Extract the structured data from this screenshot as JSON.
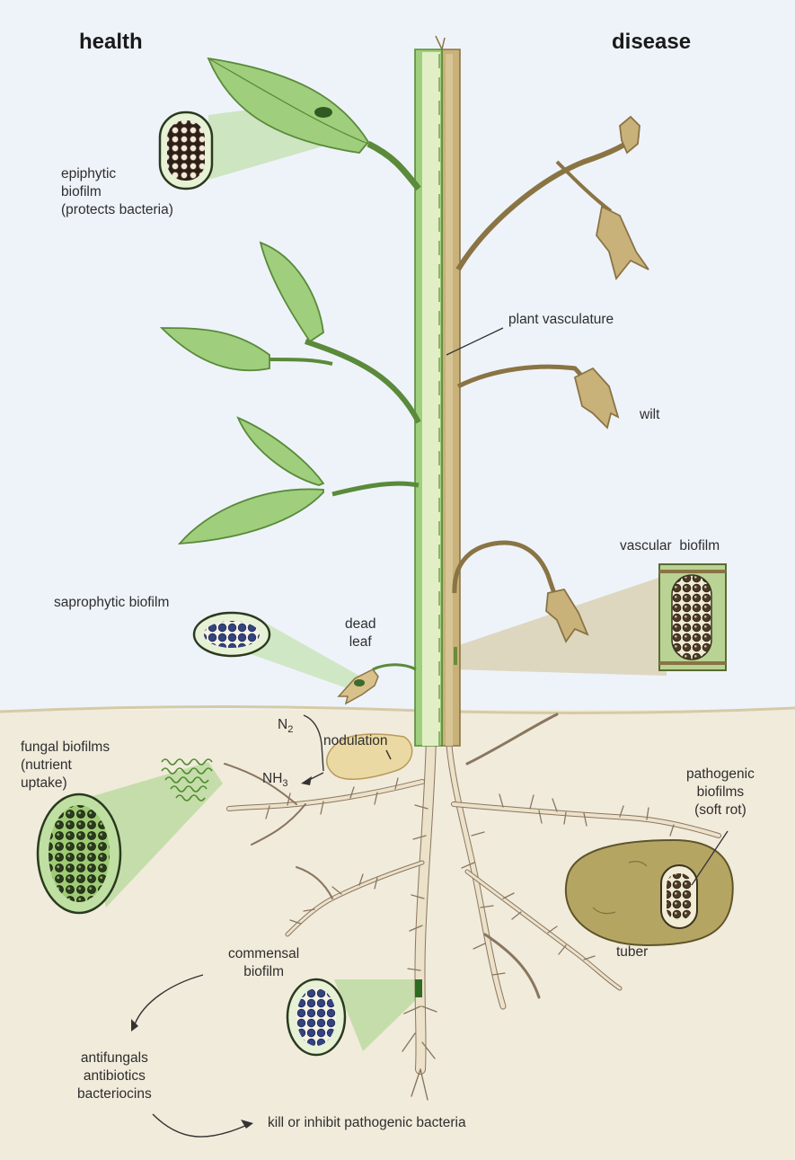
{
  "headers": {
    "health": "health",
    "disease": "disease"
  },
  "labels": {
    "epiphytic": [
      "epiphytic",
      "biofilm",
      "(protects bacteria)"
    ],
    "plant_vasculature": "plant vasculature",
    "wilt": "wilt",
    "vascular_biofilm": "vascular  biofilm",
    "saprophytic_biofilm": "saprophytic biofilm",
    "dead_leaf": [
      "dead",
      "leaf"
    ],
    "n2": {
      "base": "N",
      "sub": "2"
    },
    "nodulation": "nodulation",
    "nh3": {
      "base": "NH",
      "sub": "3"
    },
    "fungal_biofilms": [
      "fungal biofilms",
      "(nutrient",
      "uptake)"
    ],
    "pathogenic_biofilms": [
      "pathogenic",
      "biofilms",
      "(soft rot)"
    ],
    "tuber": "tuber",
    "commensal_biofilm": [
      "commensal",
      "biofilm"
    ],
    "antimicrobials": [
      "antifungals",
      "antibiotics",
      "bacteriocins"
    ],
    "kill_or_inhibit": "kill or inhibit pathogenic bacteria"
  },
  "colors": {
    "sky": "#eef3f9",
    "soil": "#f1ebdb",
    "ground_line": "#d6caa6",
    "healthy_green": "#9fcf7c",
    "healthy_outline": "#5a8a3a",
    "stem_light": "#e2efc6",
    "wilted_tan": "#c9b27a",
    "wilted_outline": "#8a7444",
    "root": "#ece1c9",
    "root_outline": "#8a7660",
    "tuber": "#b5a563",
    "nodule": "#ead9a2",
    "bacteria_dark": "#3a2c22",
    "bacteria_blue": "#3b4a8a"
  }
}
